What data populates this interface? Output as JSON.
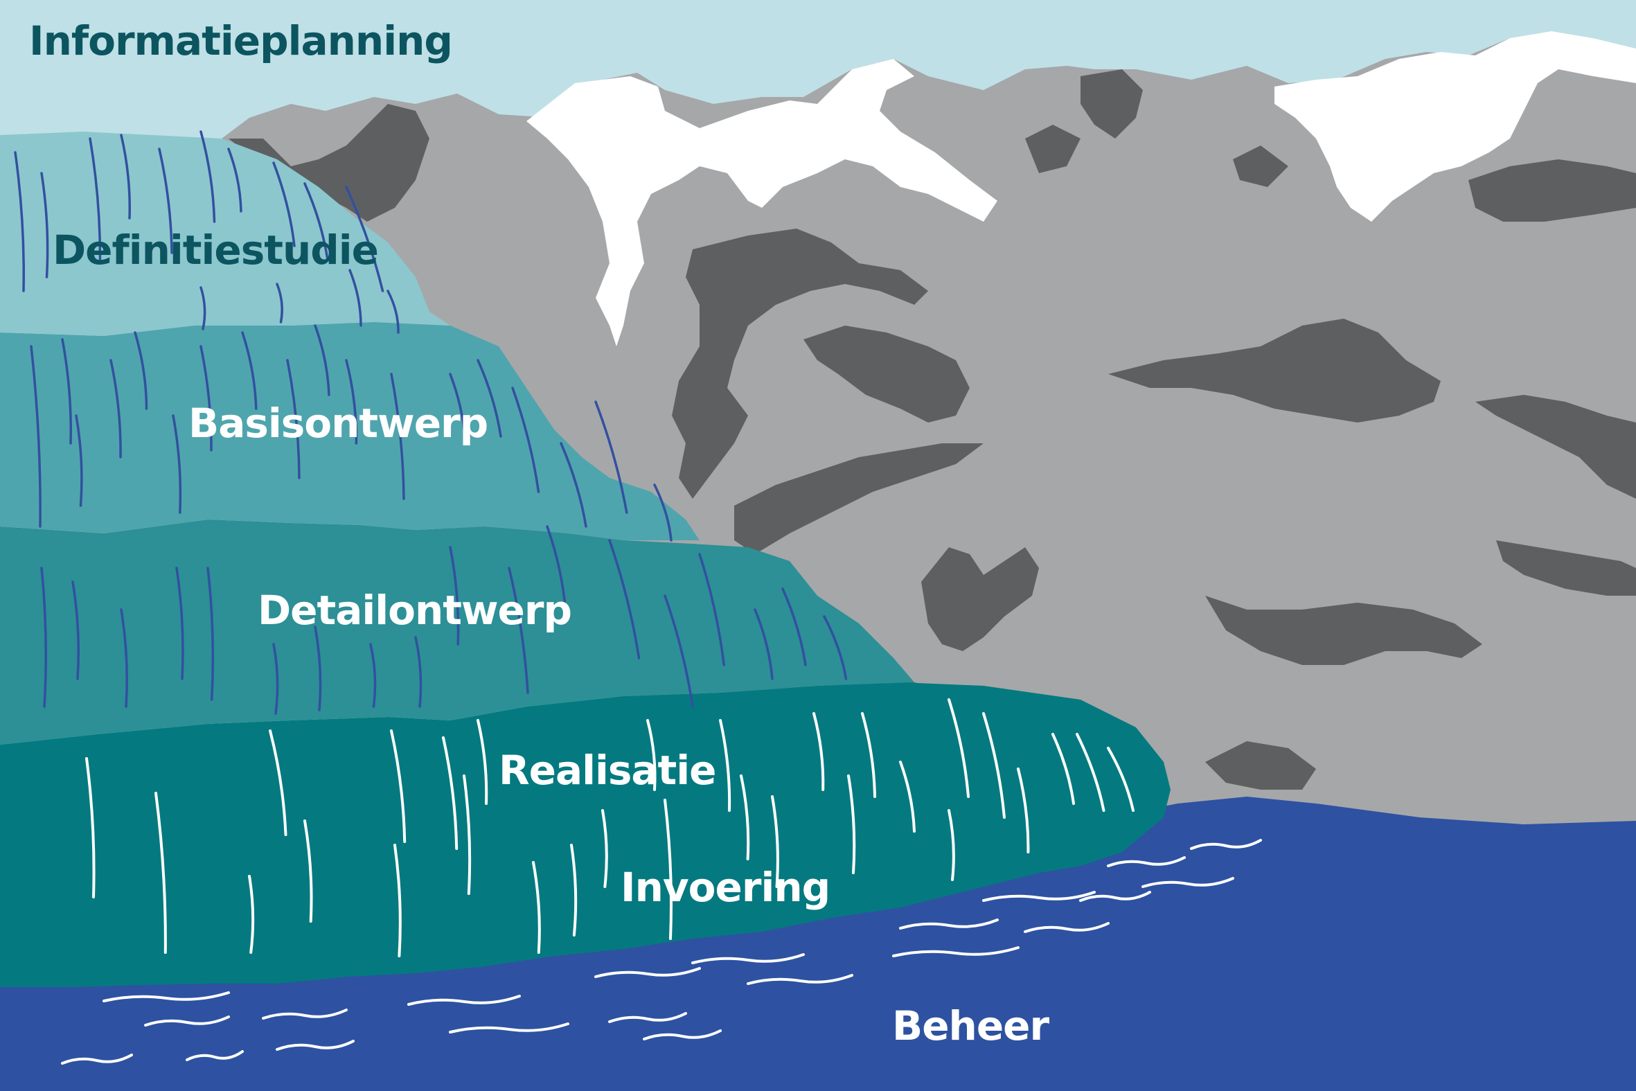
{
  "labels": {
    "informatieplanning": "Informatieplanning",
    "definitiestudie": "Definitiestudie",
    "basisontwerp": "Basisontwerp",
    "detailontwerp": "Detailontwerp",
    "realisatie": "Realisatie",
    "invoering": "Invoering",
    "beheer": "Beheer"
  },
  "colors": {
    "sky": "#bfe0e6",
    "mountain": "#a6a7a9",
    "mountain_shadow": "#5e5f61",
    "snow": "#ffffff",
    "tier_definitiestudie": "#8cc7cd",
    "tier_basisontwerp": "#4fa5ad",
    "tier_detailontwerp": "#2c9096",
    "tier_realisatie": "#047a80",
    "water": "#2e52a1",
    "title_text": "#0c5560",
    "stroke_blue": "#3350a0",
    "stroke_white": "#ffffff"
  }
}
